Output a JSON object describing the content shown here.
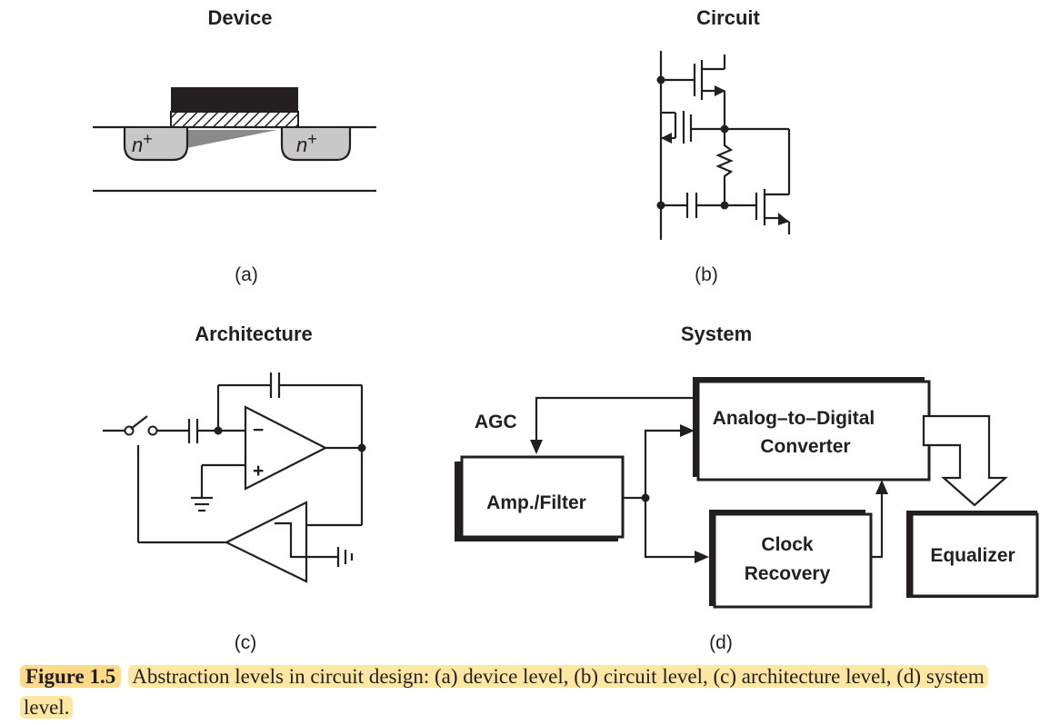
{
  "panels": {
    "a": {
      "title": "Device",
      "label": "(a)",
      "n_plus": "n+"
    },
    "b": {
      "title": "Circuit",
      "label": "(b)"
    },
    "c": {
      "title": "Architecture",
      "label": "(c)",
      "minus": "−",
      "plus": "+"
    },
    "d": {
      "title": "System",
      "label": "(d)",
      "agc": "AGC",
      "blocks": {
        "amp": "Amp./Filter",
        "adc_line1": "Analog–to–Digital",
        "adc_line2": "Converter",
        "clock_line1": "Clock",
        "clock_line2": "Recovery",
        "equalizer": "Equalizer"
      }
    }
  },
  "caption": {
    "figure_label": "Figure 1.5",
    "text": "Abstraction levels in circuit design: (a) device level, (b) circuit level, (c) architecture level, (d) system level."
  },
  "colors": {
    "ink": "#231f20",
    "highlight": "#fde7a2",
    "label_highlight": "#fdd98a",
    "diffusion": "#c8c8c8"
  }
}
